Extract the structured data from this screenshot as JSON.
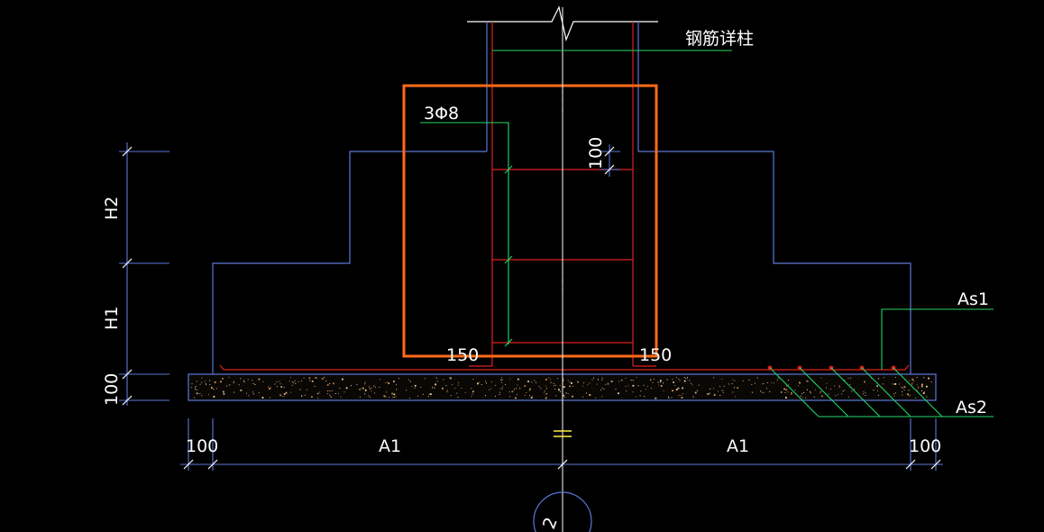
{
  "labels": {
    "rebar_detail": "钢筋详柱",
    "stirrup_spec": "3Φ8",
    "dim_100_top": "100",
    "h2": "H2",
    "h1": "H1",
    "dim_100_left": "100",
    "dim_150_left": "150",
    "dim_150_right": "150",
    "as1": "As1",
    "as2": "As2",
    "dim_100_bottom_left": "100",
    "a1_left": "A1",
    "a1_right": "A1",
    "dim_100_bottom_right": "100",
    "axis_number": "2"
  },
  "colors": {
    "background": "#000000",
    "outline_blue": "#5b78d8",
    "rebar_red": "#e02020",
    "leader_green": "#22d86a",
    "sleeve_orange": "#ff6a1a",
    "text_white": "#ffffff",
    "axis_yellow": "#ffee44",
    "concrete_speckle": "#d89a5a"
  }
}
